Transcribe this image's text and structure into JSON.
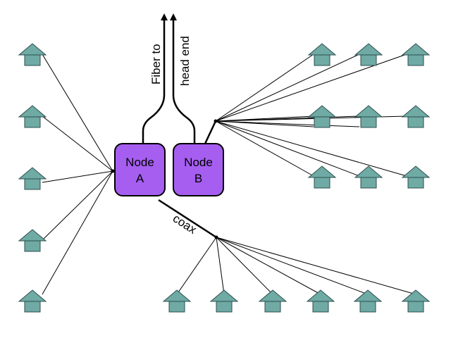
{
  "colors": {
    "node_fill": "#a65ef0",
    "house_fill": "#6faaa5",
    "house_stroke": "#2e4f4c",
    "line": "#000000"
  },
  "icons": {
    "house": "house-icon"
  },
  "nodes": [
    {
      "id": "node-a",
      "line1": "Node",
      "line2": "A"
    },
    {
      "id": "node-b",
      "line1": "Node",
      "line2": "B"
    }
  ],
  "fiber": {
    "label1": "Fiber to",
    "label2": "head end"
  },
  "coax": {
    "label": "coax"
  }
}
